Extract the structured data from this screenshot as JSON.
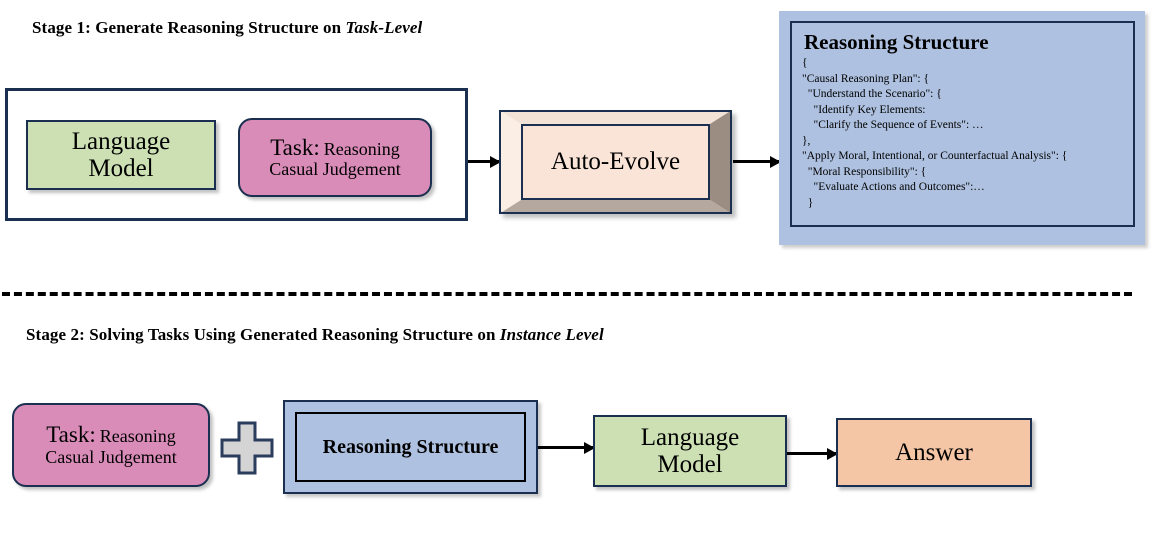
{
  "stage1": {
    "title_prefix": "Stage 1:  Generate Reasoning Structure on ",
    "title_emph": "Task-Level",
    "language_model": "Language\nModel",
    "task_label_big": "Task:",
    "task_label_small": "Reasoning\nCasual Judgement",
    "auto_evolve": "Auto-Evolve",
    "reasoning_structure_title": "Reasoning Structure",
    "reasoning_structure_json": [
      "{",
      "\"Causal Reasoning Plan\": {",
      "  \"Understand the Scenario\": {",
      "    \"Identify Key Elements:",
      "    \"Clarify the Sequence of Events\": …",
      "},",
      "\"Apply Moral, Intentional, or Counterfactual Analysis\": {",
      "  \"Moral Responsibility\": {",
      "    \"Evaluate Actions and Outcomes\":…",
      "  }"
    ]
  },
  "stage2": {
    "title_prefix": "Stage 2:  Solving Tasks Using Generated Reasoning Structure on ",
    "title_emph": "Instance Level",
    "task_label_big": "Task:",
    "task_label_small": "Reasoning\nCasual Judgement",
    "plus_symbol": "+",
    "reasoning_structure": "Reasoning Structure",
    "language_model": "Language\nModel",
    "answer": "Answer"
  },
  "colors": {
    "green": "#cde0b4",
    "pink": "#d98cb8",
    "blue": "#aec1e0",
    "peach": "#f5c6a5",
    "auto_evolve_face": "#fae4d7",
    "border_navy": "#1b3050",
    "plus_fill": "#d4d4d4"
  }
}
